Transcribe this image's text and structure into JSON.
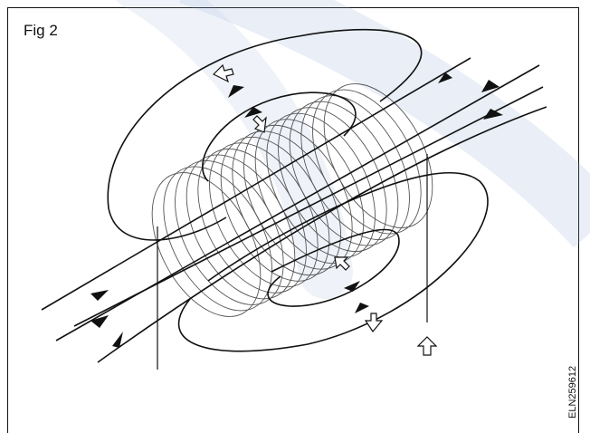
{
  "figure": {
    "label": "Fig 2",
    "code": "ELN259612",
    "watermark_color": "#8fa9d6",
    "line_color": "#111111",
    "coil_color": "#555555",
    "coil_turns": 16,
    "icons": [
      "field-direction-arrow-icon",
      "force-arrow-icon",
      "lead-wire"
    ]
  }
}
